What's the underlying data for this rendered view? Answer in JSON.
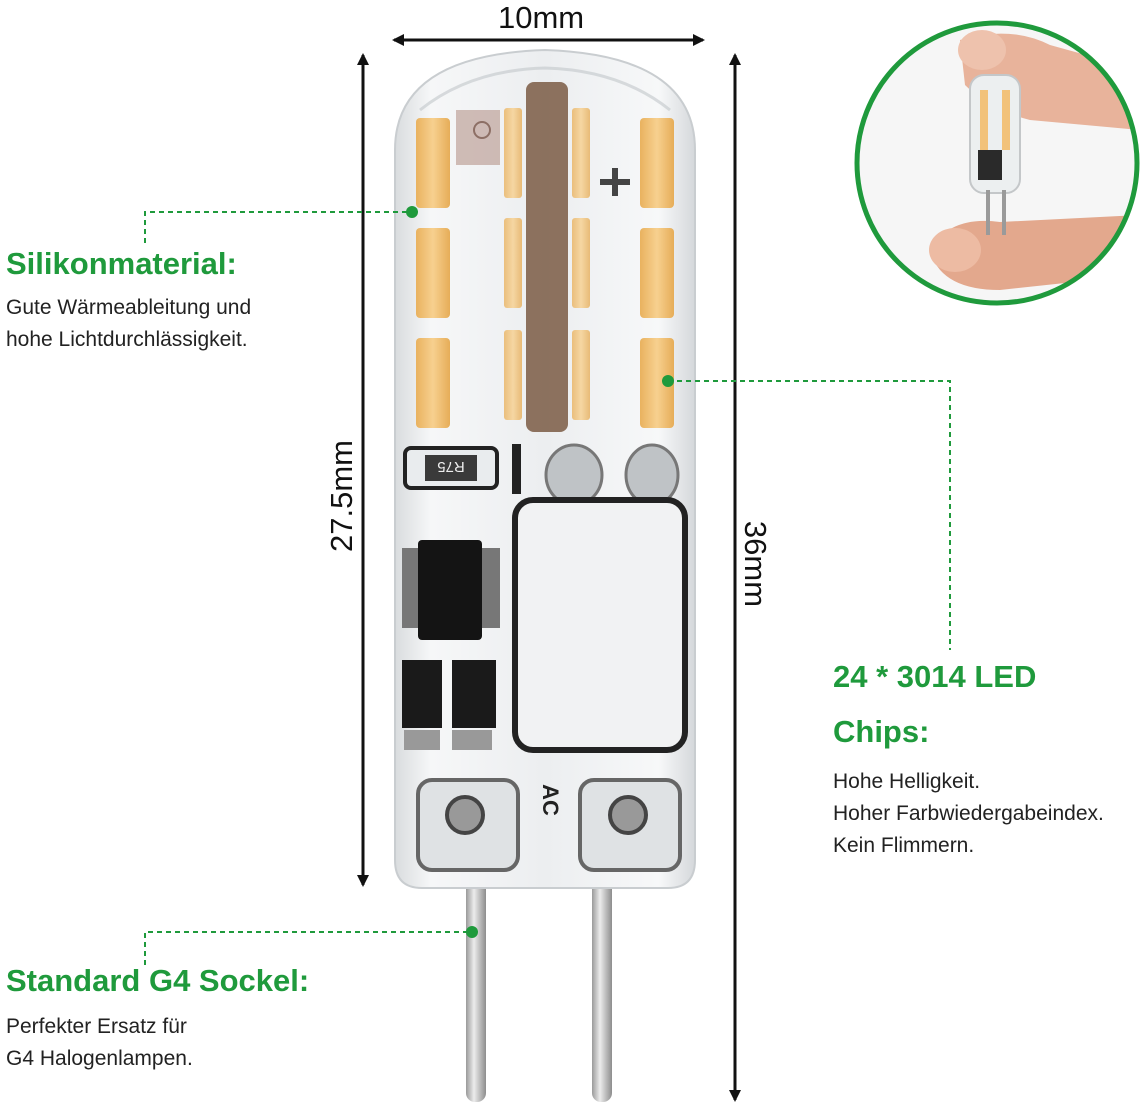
{
  "colors": {
    "accent_green": "#1f9a3c",
    "led_chip": "#f3c47a",
    "silicone": "#eef0f1",
    "dark_component": "#1a1a1a",
    "dimension_line": "#111111"
  },
  "dimensions": {
    "width": "10mm",
    "body_height": "27.5mm",
    "total_height": "36mm"
  },
  "callouts": {
    "silicone": {
      "title": "Silikonmaterial:",
      "lines": [
        "Gute Wärmeableitung und",
        "hohe Lichtdurchlässigkeit."
      ]
    },
    "chips": {
      "title_line1": "24 * 3014 LED",
      "title_line2": "Chips:",
      "lines": [
        "Hohe Helligkeit.",
        "Hoher Farbwiedergabeindex.",
        "Kein Flimmern."
      ]
    },
    "socket": {
      "title": "Standard G4 Sockel:",
      "lines": [
        "Perfekter Ersatz für",
        "G4 Halogenlampen."
      ]
    }
  },
  "component_labels": {
    "resistor": "R75",
    "ac_mark": "AC"
  },
  "icons": {
    "inset_photo": "fingers-holding-bulb-icon"
  }
}
